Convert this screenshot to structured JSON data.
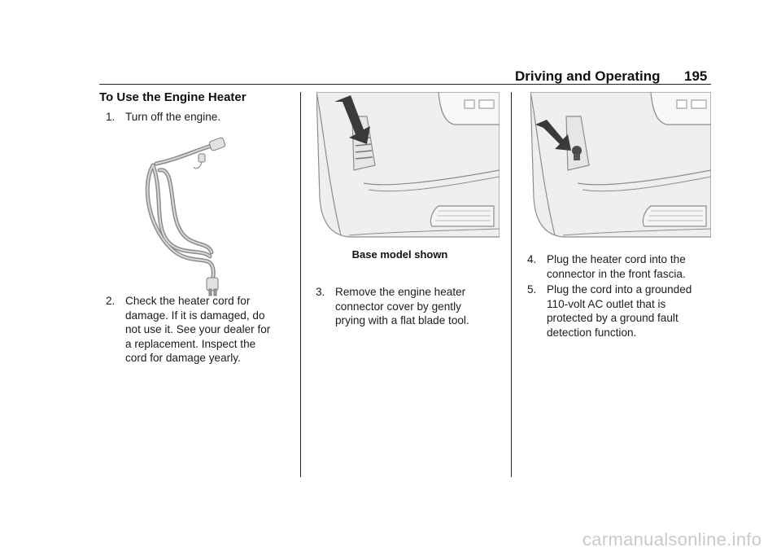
{
  "header": {
    "section_title": "Driving and Operating",
    "page_number": "195"
  },
  "section": {
    "title": "To Use the Engine Heater"
  },
  "steps": [
    {
      "num": "1.",
      "lines": [
        "Turn off the engine."
      ]
    },
    {
      "num": "2.",
      "lines": [
        "Check the heater cord for",
        "damage. If it is damaged, do",
        "not use it. See your dealer for",
        "a replacement. Inspect the",
        "cord for damage yearly."
      ]
    },
    {
      "num": "3.",
      "lines": [
        "Remove the engine heater",
        "connector cover by gently",
        "prying with a flat blade tool."
      ]
    },
    {
      "num": "4.",
      "lines": [
        "Plug the heater cord into the",
        "connector in the front fascia."
      ]
    },
    {
      "num": "5.",
      "lines": [
        "Plug the cord into a grounded",
        "110-volt AC outlet that is",
        "protected by a ground fault",
        "detection function."
      ]
    }
  ],
  "figures": {
    "middle_caption": "Base model shown"
  },
  "watermark": "carmanualsonline.info",
  "colors": {
    "text": "#1a1a1a",
    "rule": "#222222",
    "illustration_fill": "#eef0f0",
    "illustration_line": "#8a8d8f",
    "arrow": "#3a3a3a",
    "watermark": "#c9c9c9"
  }
}
